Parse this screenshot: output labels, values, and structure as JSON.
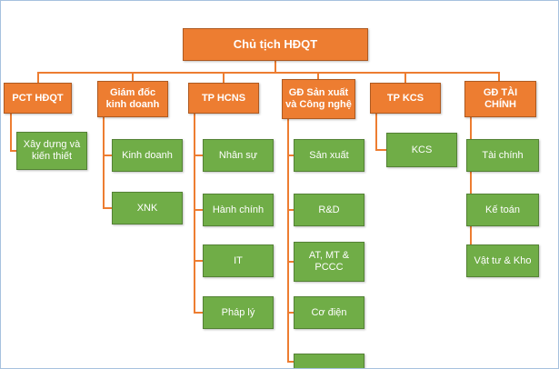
{
  "org_chart": {
    "root": "Chủ tịch HĐQT",
    "columns": [
      {
        "head": "PCT HĐQT",
        "children": [
          "Xây dựng và kiến thiết"
        ]
      },
      {
        "head": "Giám đốc kinh doanh",
        "children": [
          "Kinh doanh",
          "XNK"
        ]
      },
      {
        "head": "TP HCNS",
        "children": [
          "Nhân sự",
          "Hành chính",
          "IT",
          "Pháp lý"
        ]
      },
      {
        "head": "GĐ Sản xuất và Công nghệ",
        "children": [
          "Sản xuất",
          "R&D",
          "AT, MT & PCCC",
          "Cơ điện",
          ""
        ]
      },
      {
        "head": "TP KCS",
        "children": [
          "KCS"
        ]
      },
      {
        "head": "GĐ TÀI CHÍNH",
        "children": [
          "Tài chính",
          "Kế toán",
          "Vật tư & Kho"
        ]
      }
    ],
    "colors": {
      "orange_fill": "#ED7D31",
      "orange_border": "#AE5A21",
      "green_fill": "#70AD47",
      "green_border": "#548235",
      "connector": "#ED7D31",
      "text": "#FFFFFF",
      "frame_border": "#A6C1DE"
    }
  }
}
